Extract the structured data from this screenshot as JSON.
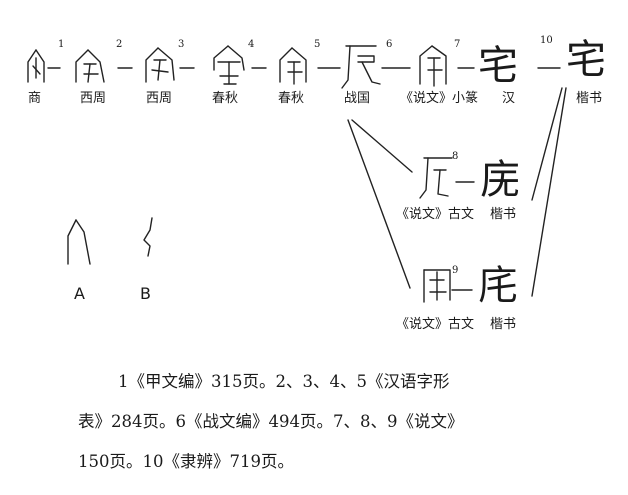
{
  "top_row": [
    {
      "num": "1",
      "label": "商"
    },
    {
      "num": "2",
      "label": "西周"
    },
    {
      "num": "3",
      "label": "西周"
    },
    {
      "num": "4",
      "label": "春秋"
    },
    {
      "num": "5",
      "label": "春秋"
    },
    {
      "num": "6",
      "label": "战国"
    },
    {
      "num": "7",
      "label": "《说文》小篆"
    },
    {
      "num": "",
      "label": "汉"
    },
    {
      "num": "10",
      "label": "楷书",
      "char": "宅"
    }
  ],
  "branch_one": {
    "num": "8",
    "left_label": "《说文》古文",
    "right_label": "楷书",
    "char": "庑"
  },
  "branch_two": {
    "num": "9",
    "left_label": "《说文》古文",
    "right_label": "楷书",
    "char": "㡯"
  },
  "samples": {
    "a": "A",
    "b": "B"
  },
  "notes": {
    "line1": "1《甲文编》315页。2、3、4、5《汉语字形",
    "line2": "表》284页。6《战文编》494页。7、8、9《说文》",
    "line3": "150页。10《隶辨》719页。"
  }
}
